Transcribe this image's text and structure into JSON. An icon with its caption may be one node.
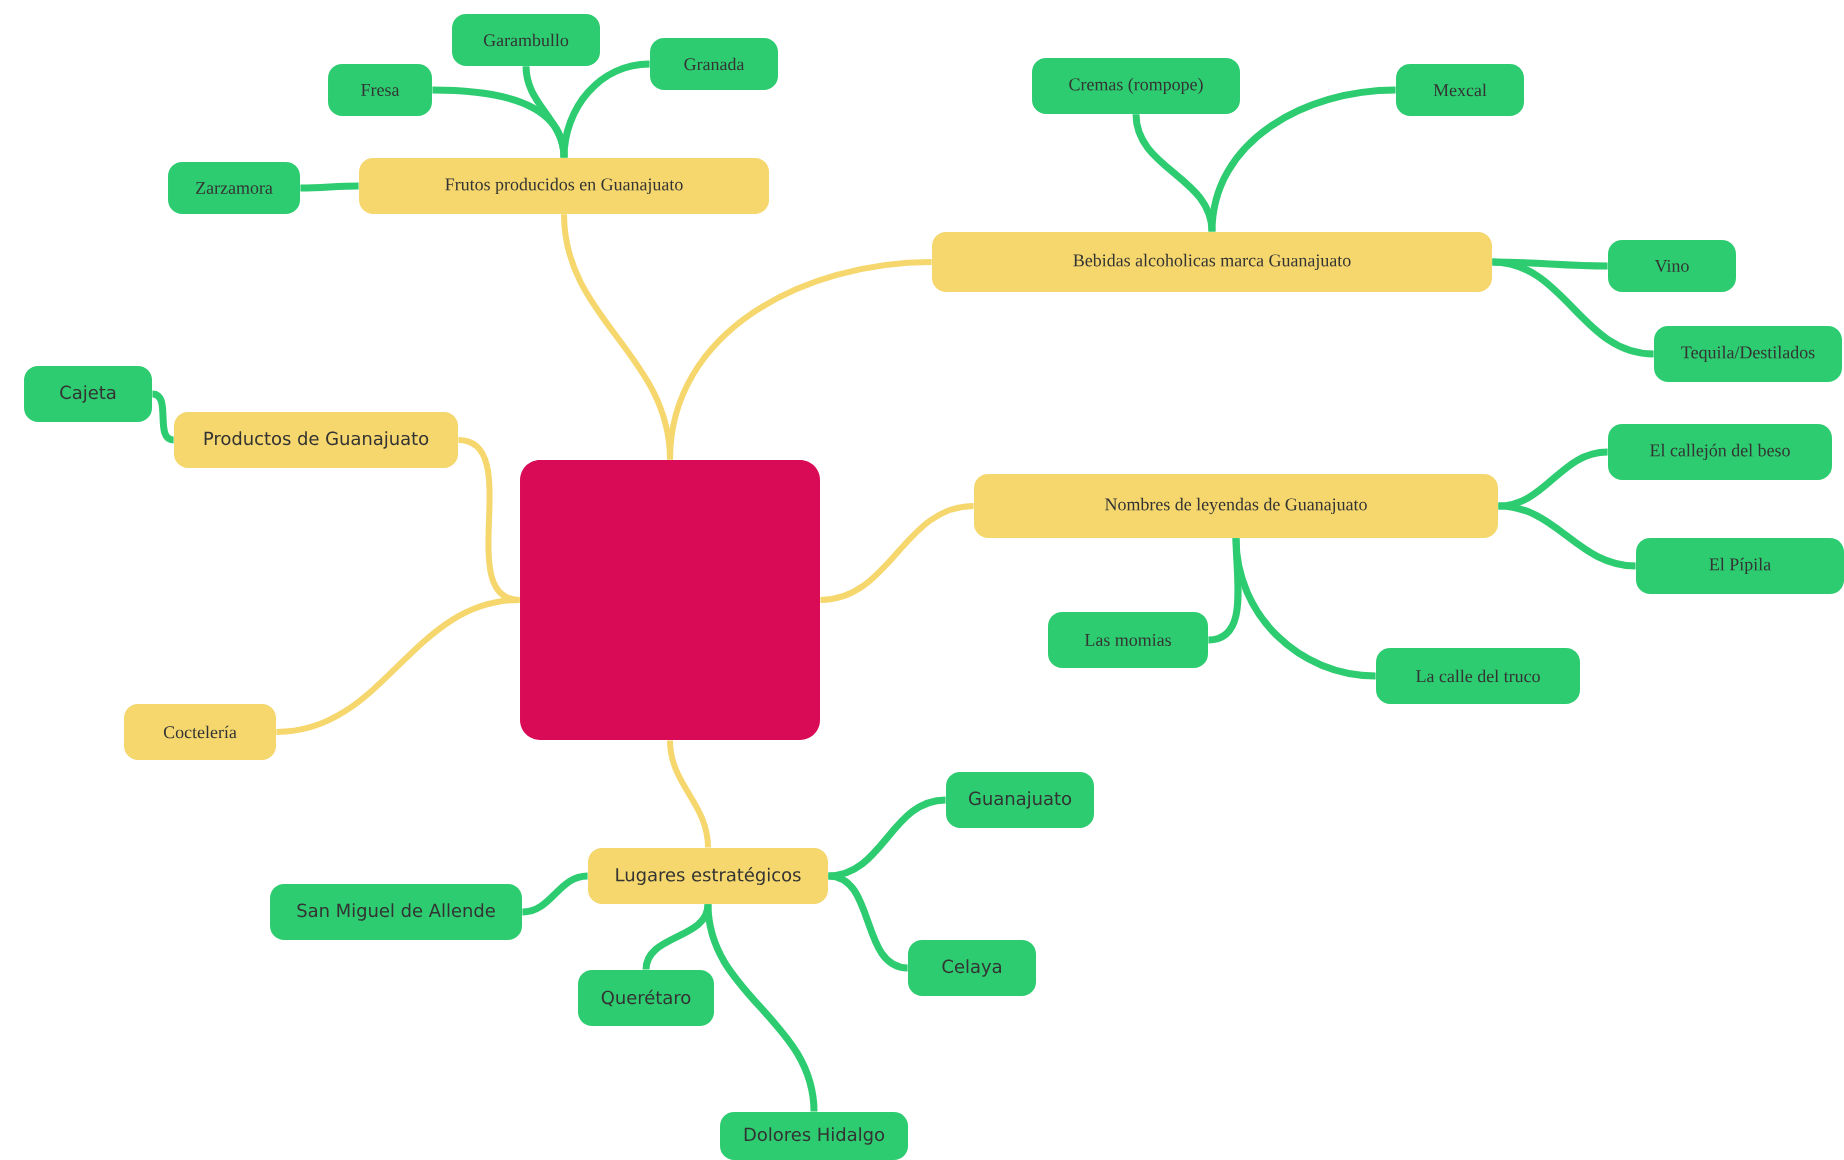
{
  "diagram": {
    "nodes": [
      {
        "text": [],
        "shape": "box"
      },
      {
        "text": [
          "Frutos producidos en Guanajuato"
        ]
      },
      {
        "text": [
          "Zarzamora"
        ]
      },
      {
        "text": [
          "Fresa"
        ]
      },
      {
        "text": [
          "Garambullo"
        ]
      },
      {
        "text": [
          "Granada"
        ]
      },
      {
        "text": [
          "Bebidas alcoholicas marca Guanajuato"
        ]
      },
      {
        "text": [
          "Cremas (rompope)"
        ]
      },
      {
        "text": [
          "Mexcal"
        ]
      },
      {
        "text": [
          "Vino"
        ]
      },
      {
        "text": [
          "Tequila/Destilados"
        ]
      },
      {
        "text": [
          "Productos de Guanajuato"
        ]
      },
      {
        "text": [
          "Cajeta"
        ]
      },
      {
        "text": [
          "Coctelería"
        ]
      },
      {
        "text": [
          "Nombres de leyendas de Guanajuato"
        ]
      },
      {
        "text": [
          "El callejón del beso"
        ]
      },
      {
        "text": [
          "El Pípila"
        ]
      },
      {
        "text": [
          "Las momias"
        ]
      },
      {
        "text": [
          "La calle del truco"
        ]
      },
      {
        "text": [
          "Lugares estratégicos"
        ]
      },
      {
        "text": [
          "San Miguel de Allende"
        ]
      },
      {
        "text": [
          "Guanajuato"
        ]
      },
      {
        "text": [
          "Celaya"
        ]
      },
      {
        "text": [
          "Querétaro"
        ]
      },
      {
        "text": [
          "Dolores Hidalgo"
        ]
      }
    ],
    "edges": [
      {
        "from": 0,
        "to": 1,
        "arrow": "none",
        "color": "#f5d76e"
      },
      {
        "from": 1,
        "to": 2,
        "arrow": "none"
      },
      {
        "from": 1,
        "to": 3,
        "arrow": "none"
      },
      {
        "from": 1,
        "to": 4,
        "arrow": "none"
      },
      {
        "from": 1,
        "to": 5,
        "arrow": "none"
      },
      {
        "from": 0,
        "to": 6,
        "arrow": "none",
        "color": "#f5d76e"
      },
      {
        "from": 6,
        "to": 7,
        "arrow": "none"
      },
      {
        "from": 6,
        "to": 8,
        "arrow": "none"
      },
      {
        "from": 6,
        "to": 9,
        "arrow": "none"
      },
      {
        "from": 6,
        "to": 10,
        "arrow": "none"
      },
      {
        "from": 0,
        "to": 11,
        "arrow": "none",
        "color": "#f5d76e"
      },
      {
        "from": 11,
        "to": 12,
        "arrow": "none"
      },
      {
        "from": 0,
        "to": 13,
        "arrow": "none",
        "color": "#f5d76e"
      },
      {
        "from": 0,
        "to": 14,
        "arrow": "none",
        "color": "#f5d76e"
      },
      {
        "from": 14,
        "to": 15,
        "arrow": "none"
      },
      {
        "from": 14,
        "to": 16,
        "arrow": "none"
      },
      {
        "from": 14,
        "to": 17,
        "arrow": "none"
      },
      {
        "from": 14,
        "to": 18,
        "arrow": "none"
      },
      {
        "from": 0,
        "to": 19,
        "arrow": "none",
        "color": "#f5d76e"
      },
      {
        "from": 19,
        "to": 20,
        "arrow": "none"
      },
      {
        "from": 19,
        "to": 21,
        "arrow": "none"
      },
      {
        "from": 19,
        "to": 22,
        "arrow": "none"
      },
      {
        "from": 19,
        "to": 23,
        "arrow": "none"
      },
      {
        "from": 19,
        "to": 24,
        "arrow": "none"
      }
    ]
  }
}
